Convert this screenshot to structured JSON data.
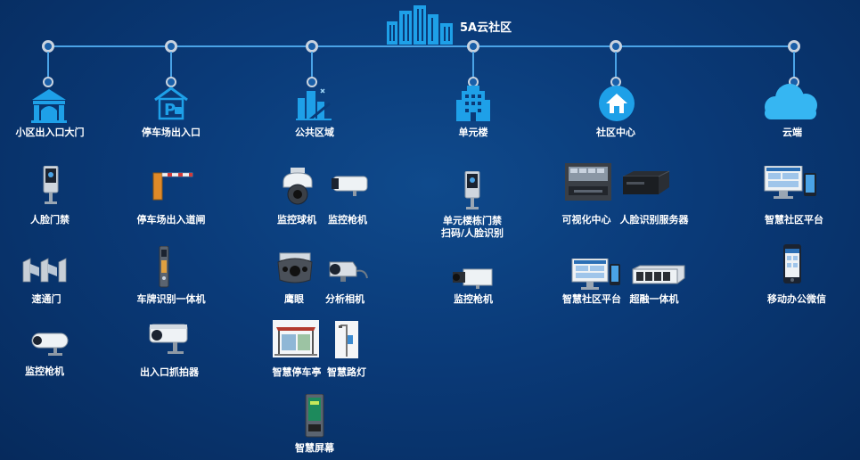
{
  "title": "5A云社区",
  "categories": [
    {
      "label": "小区出入口大门",
      "icon": "gate-icon"
    },
    {
      "label": "停车场出入口",
      "icon": "parking-icon"
    },
    {
      "label": "公共区域",
      "icon": "public-area-icon"
    },
    {
      "label": "单元楼",
      "icon": "building-icon"
    },
    {
      "label": "社区中心",
      "icon": "home-circle-icon"
    },
    {
      "label": "云端",
      "icon": "cloud-icon"
    }
  ],
  "devices": {
    "face_access": "人脸门禁",
    "speed_gate": "速通门",
    "bullet_camera_1": "监控枪机",
    "parking_barrier": "停车场出入道闸",
    "plate_recognition": "车牌识别一体机",
    "entrance_capture": "出入口抓拍器",
    "dome_camera": "监控球机",
    "bullet_camera_2": "监控枪机",
    "eagle_eye": "鹰眼",
    "analysis_camera": "分析相机",
    "smart_bus_stop": "智慧停车亭",
    "smart_streetlight": "智慧路灯",
    "smart_screen": "智慧屏幕",
    "unit_access_line1": "单元楼栋门禁",
    "unit_access_line2": "扫码/人脸识别",
    "box_camera": "监控枪机",
    "visual_center": "可视化中心",
    "face_server": "人脸识别服务器",
    "community_platform": "智慧社区平台",
    "super_aio": "超融一体机",
    "cloud_platform": "智慧社区平台",
    "mobile_office": "移动办公微信"
  }
}
